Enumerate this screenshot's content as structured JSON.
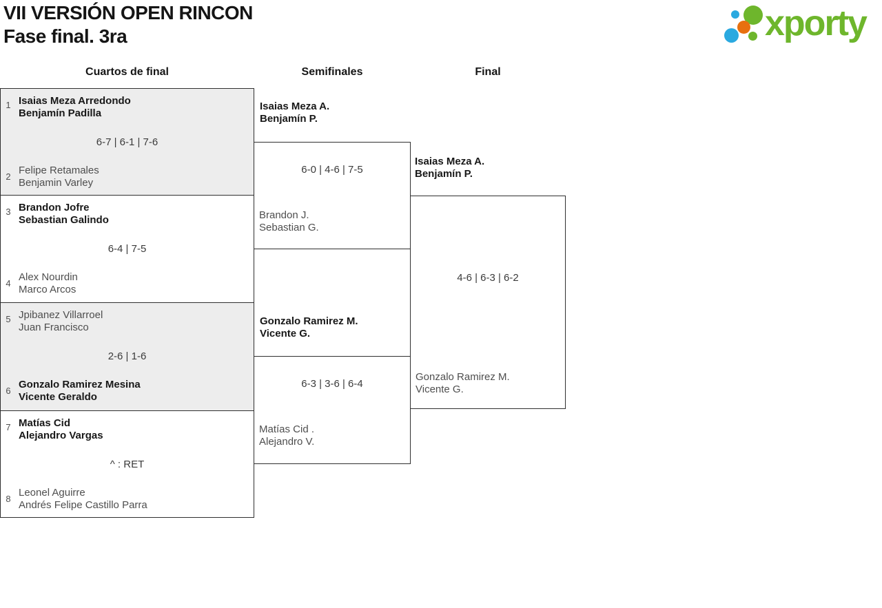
{
  "header": {
    "title_line1": "VII VERSIÓN OPEN RINCON",
    "title_line2": "Fase final. 3ra"
  },
  "logo": {
    "brand": "xporty",
    "colors": {
      "green": "#6eb62c",
      "blue": "#2aa9e0",
      "orange": "#e7700f"
    }
  },
  "round_headers": {
    "quarterfinals": "Cuartos de final",
    "semifinals": "Semifinales",
    "final": "Final"
  },
  "bracket": {
    "quarterfinals": [
      {
        "seed_top": "1",
        "team_top_line1": "Isaias Meza Arredondo",
        "team_top_line2": "Benjamín Padilla",
        "top_is_winner": true,
        "score": "6-7 | 6-1 | 7-6",
        "seed_bottom": "2",
        "team_bottom_line1": "Felipe Retamales",
        "team_bottom_line2": "Benjamin Varley",
        "bottom_is_winner": false
      },
      {
        "seed_top": "3",
        "team_top_line1": "Brandon Jofre",
        "team_top_line2": "Sebastian Galindo",
        "top_is_winner": true,
        "score": "6-4 | 7-5",
        "seed_bottom": "4",
        "team_bottom_line1": "Alex Nourdin",
        "team_bottom_line2": "Marco Arcos",
        "bottom_is_winner": false
      },
      {
        "seed_top": "5",
        "team_top_line1": "Jpibanez Villarroel",
        "team_top_line2": "Juan Francisco",
        "top_is_winner": false,
        "score": "2-6 | 1-6",
        "seed_bottom": "6",
        "team_bottom_line1": "Gonzalo Ramirez Mesina",
        "team_bottom_line2": "Vicente Geraldo",
        "bottom_is_winner": true
      },
      {
        "seed_top": "7",
        "team_top_line1": "Matías Cid",
        "team_top_line2": "Alejandro Vargas",
        "top_is_winner": true,
        "score": "^ : RET",
        "seed_bottom": "8",
        "team_bottom_line1": "Leonel Aguirre",
        "team_bottom_line2": "Andrés Felipe Castillo Parra",
        "bottom_is_winner": false
      }
    ],
    "semifinals": [
      {
        "team_top_line1": "Isaias Meza A.",
        "team_top_line2": "Benjamín P.",
        "top_is_winner": true,
        "score": "6-0 | 4-6 | 7-5",
        "team_bottom_line1": "Brandon J.",
        "team_bottom_line2": "Sebastian G.",
        "bottom_is_winner": false
      },
      {
        "team_top_line1": "Gonzalo Ramirez M.",
        "team_top_line2": "Vicente G.",
        "top_is_winner": true,
        "score": "6-3 | 3-6 | 6-4",
        "team_bottom_line1": "Matías Cid .",
        "team_bottom_line2": "Alejandro V.",
        "bottom_is_winner": false
      }
    ],
    "final": {
      "team_top_line1": "Isaias Meza A.",
      "team_top_line2": "Benjamín P.",
      "top_is_winner": true,
      "score": "4-6 | 6-3 | 6-2",
      "team_bottom_line1": "Gonzalo Ramirez M.",
      "team_bottom_line2": "Vicente G.",
      "bottom_is_winner": false
    }
  }
}
